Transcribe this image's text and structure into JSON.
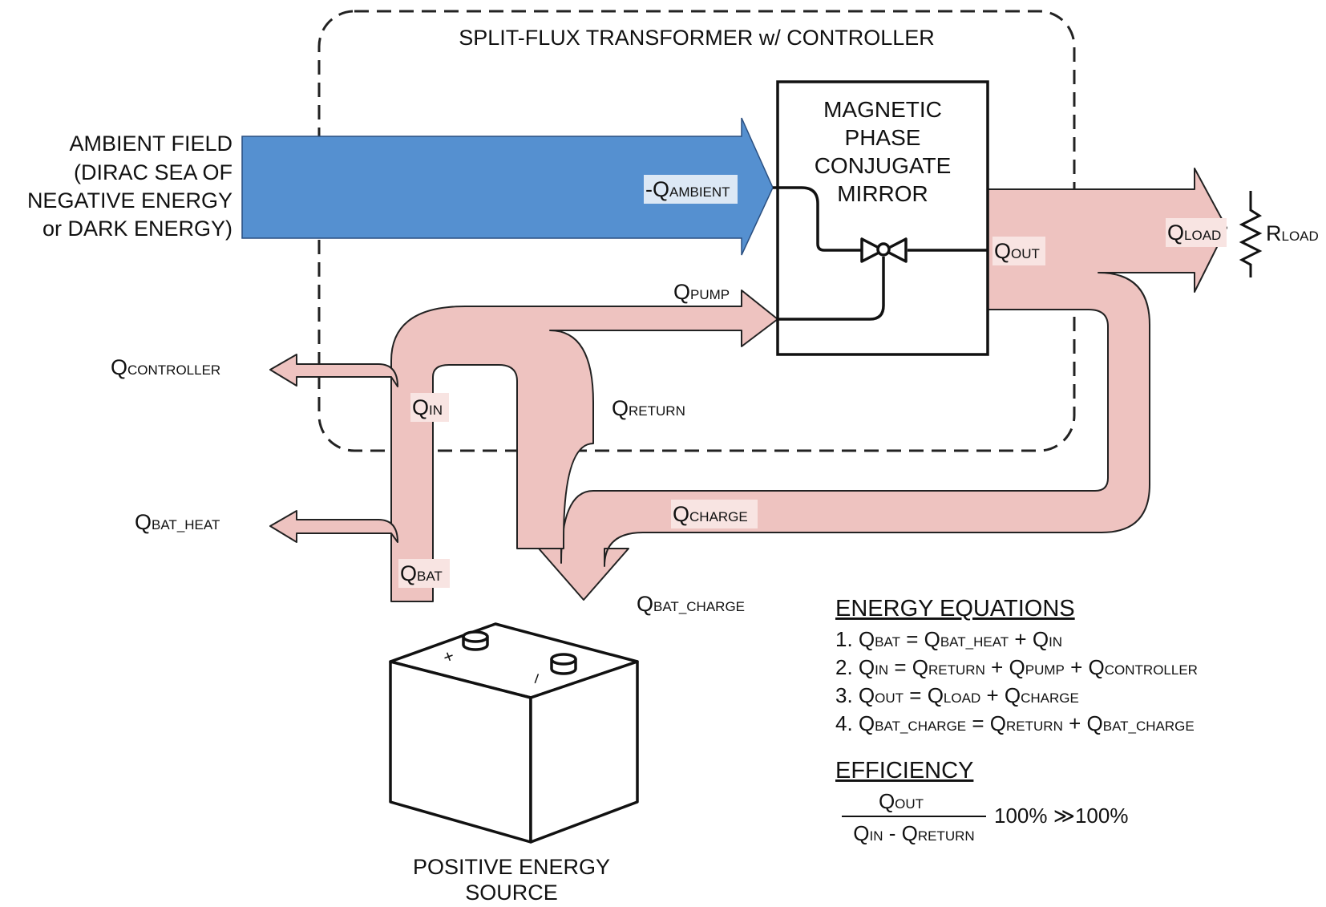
{
  "enclosure": {
    "title": "SPLIT-FLUX TRANSFORMER w/ CONTROLLER"
  },
  "ambient": {
    "lines": [
      "AMBIENT FIELD",
      "(DIRAC SEA OF",
      "NEGATIVE ENERGY",
      "or DARK ENERGY)"
    ]
  },
  "mirror": {
    "lines": [
      "MAGNETIC",
      "PHASE",
      "CONJUGATE",
      "MIRROR"
    ]
  },
  "labels": {
    "ambient": {
      "prefix": "-Q",
      "sub": "AMBIENT"
    },
    "pump": {
      "prefix": "Q",
      "sub": "PUMP"
    },
    "out": {
      "prefix": "Q",
      "sub": "OUT"
    },
    "load": {
      "prefix": "Q",
      "sub": "LOAD"
    },
    "rload": {
      "prefix": "R",
      "sub": "LOAD"
    },
    "controller": {
      "prefix": "Q",
      "sub": "CONTROLLER"
    },
    "in": {
      "prefix": "Q",
      "sub": "IN"
    },
    "return": {
      "prefix": "Q",
      "sub": "RETURN"
    },
    "charge": {
      "prefix": "Q",
      "sub": "CHARGE"
    },
    "bat_heat": {
      "prefix": "Q",
      "sub": "BAT_HEAT"
    },
    "bat": {
      "prefix": "Q",
      "sub": "BAT"
    },
    "bat_charge": {
      "prefix": "Q",
      "sub": "BAT_CHARGE"
    }
  },
  "battery": {
    "caption": [
      "POSITIVE ENERGY",
      "SOURCE"
    ],
    "plus": "+",
    "minus": "–"
  },
  "equations": {
    "header": "ENERGY EQUATIONS",
    "eq1": {
      "n": "1. ",
      "a": "Q",
      "as": "BAT",
      "op1": " = ",
      "b": "Q",
      "bs": "BAT_HEAT",
      "op2": " + ",
      "c": "Q",
      "cs": "IN"
    },
    "eq2": {
      "n": "2. ",
      "a": "Q",
      "as": "IN",
      "op1": " = ",
      "b": "Q",
      "bs": "RETURN",
      "op2": " + ",
      "c": "Q",
      "cs": "PUMP",
      "op3": " + ",
      "d": "Q",
      "ds": "CONTROLLER"
    },
    "eq3": {
      "n": "3. ",
      "a": "Q",
      "as": "OUT",
      "op1": " = ",
      "b": "Q",
      "bs": "LOAD",
      "op2": " + ",
      "c": "Q",
      "cs": "CHARGE"
    },
    "eq4": {
      "n": "4. ",
      "a": "Q",
      "as": "BAT_CHARGE",
      "op1": " = ",
      "b": "Q",
      "bs": "RETURN",
      "op2": " + ",
      "c": "Q",
      "cs": "BAT_CHARGE"
    }
  },
  "efficiency": {
    "header": "EFFICIENCY",
    "num": {
      "a": "Q",
      "as": "OUT"
    },
    "den": {
      "a": "Q",
      "as": "IN",
      "op": " - ",
      "b": "Q",
      "bs": "RETURN"
    },
    "tail": "100% ≫100%"
  },
  "colors": {
    "ambient_arrow": "#5590D0",
    "flow_fill": "#EEC3C0",
    "stroke": "#111111",
    "label_bg": "#F8E4E2",
    "ambient_label_bg": "#DCE8F5"
  }
}
